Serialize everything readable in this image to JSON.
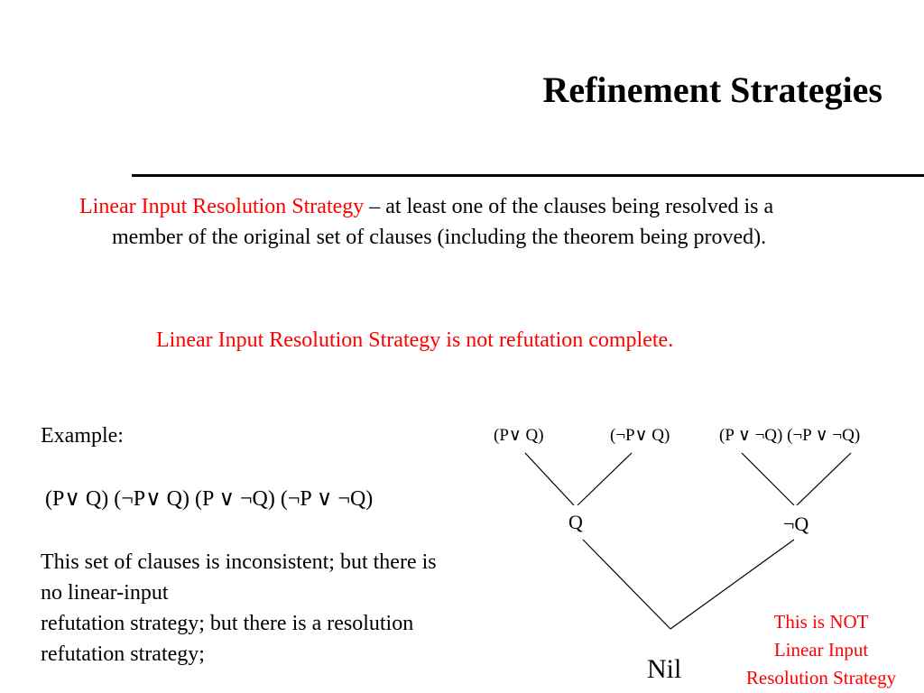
{
  "slide": {
    "title": "Refinement Strategies",
    "definition_term": "Linear Input Resolution Strategy",
    "definition_body": " – at least one of the clauses being resolved is a member of the original set of clauses (including the theorem being proved).",
    "not_complete": "Linear Input Resolution Strategy is not refutation complete.",
    "example_label": "Example:",
    "example_clauses": "(P∨ Q) (¬P∨ Q) (P ∨ ¬Q) (¬P ∨ ¬Q)",
    "explanation": {
      "line1": "This set of clauses is inconsistent; but there is",
      "line2": "no linear-input",
      "line3": "refutation strategy; but there is a resolution",
      "line4": "refutation strategy;"
    }
  },
  "tree": {
    "leaves": [
      "(P∨ Q)",
      "(¬P∨ Q)",
      "(P ∨ ¬Q) (¬P ∨ ¬Q)"
    ],
    "node_left": "Q",
    "node_right": "¬Q",
    "root": "Nil",
    "note": {
      "line1": "This is NOT",
      "line2": "Linear Input",
      "line3": "Resolution Strategy"
    }
  },
  "colors": {
    "accent": "#ff0000",
    "text": "#000000",
    "background": "#ffffff"
  }
}
